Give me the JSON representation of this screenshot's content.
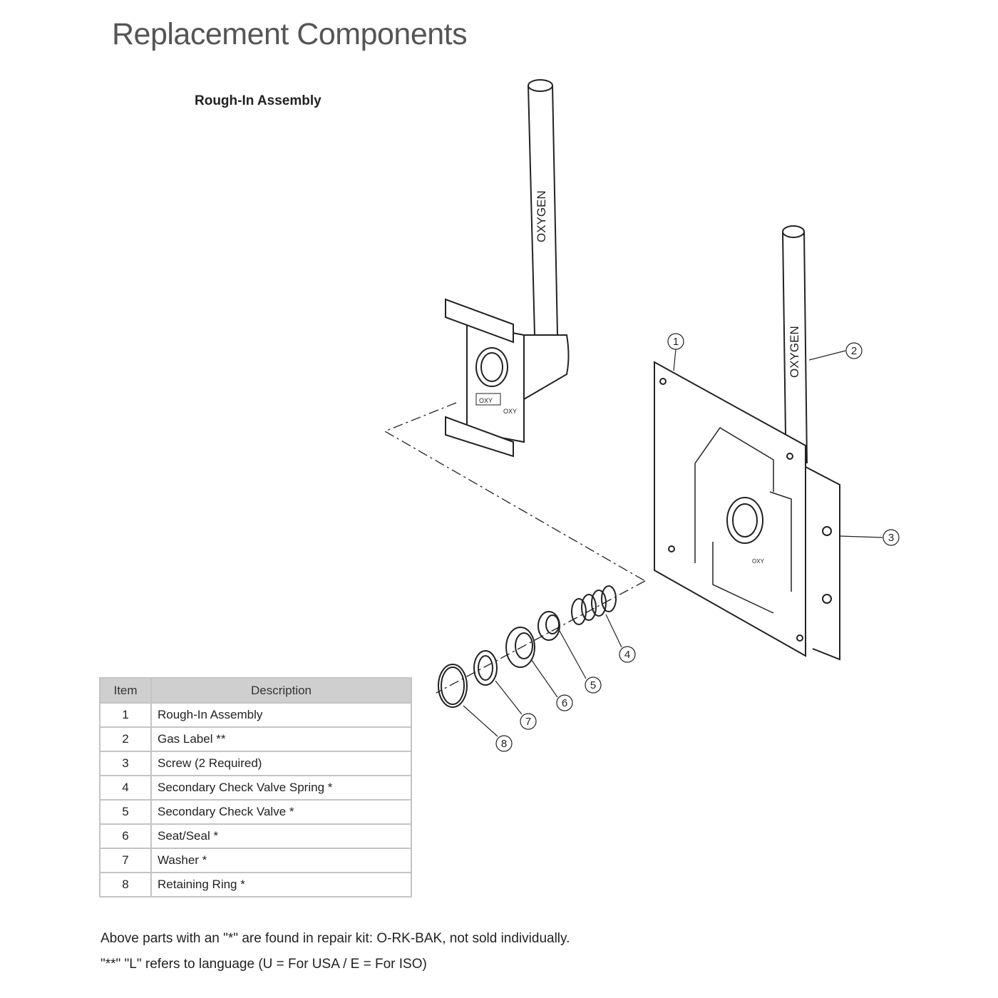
{
  "header": {
    "title": "Replacement Components",
    "subtitle": "Rough-In Assembly"
  },
  "diagram": {
    "pipe_label_left": "OXYGEN",
    "pipe_label_right": "OXYGEN",
    "small_label_a": "OXY",
    "small_label_b": "OXY",
    "small_label_c": "OXY",
    "callouts": [
      "1",
      "2",
      "3",
      "4",
      "5",
      "6",
      "7",
      "8"
    ]
  },
  "table": {
    "headers": {
      "item": "Item",
      "description": "Description"
    },
    "rows": [
      {
        "item": "1",
        "description": "Rough-In Assembly"
      },
      {
        "item": "2",
        "description": "Gas Label **"
      },
      {
        "item": "3",
        "description": "Screw (2 Required)"
      },
      {
        "item": "4",
        "description": "Secondary Check Valve Spring *"
      },
      {
        "item": "5",
        "description": "Secondary Check Valve *"
      },
      {
        "item": "6",
        "description": "Seat/Seal *"
      },
      {
        "item": "7",
        "description": "Washer *"
      },
      {
        "item": "8",
        "description": "Retaining Ring *"
      }
    ]
  },
  "notes": {
    "line1": "Above parts with an \"*\" are found in repair kit: O-RK-BAK, not sold individually.",
    "line2": "\"**\" \"L\" refers to language (U = For USA / E = For ISO)"
  }
}
